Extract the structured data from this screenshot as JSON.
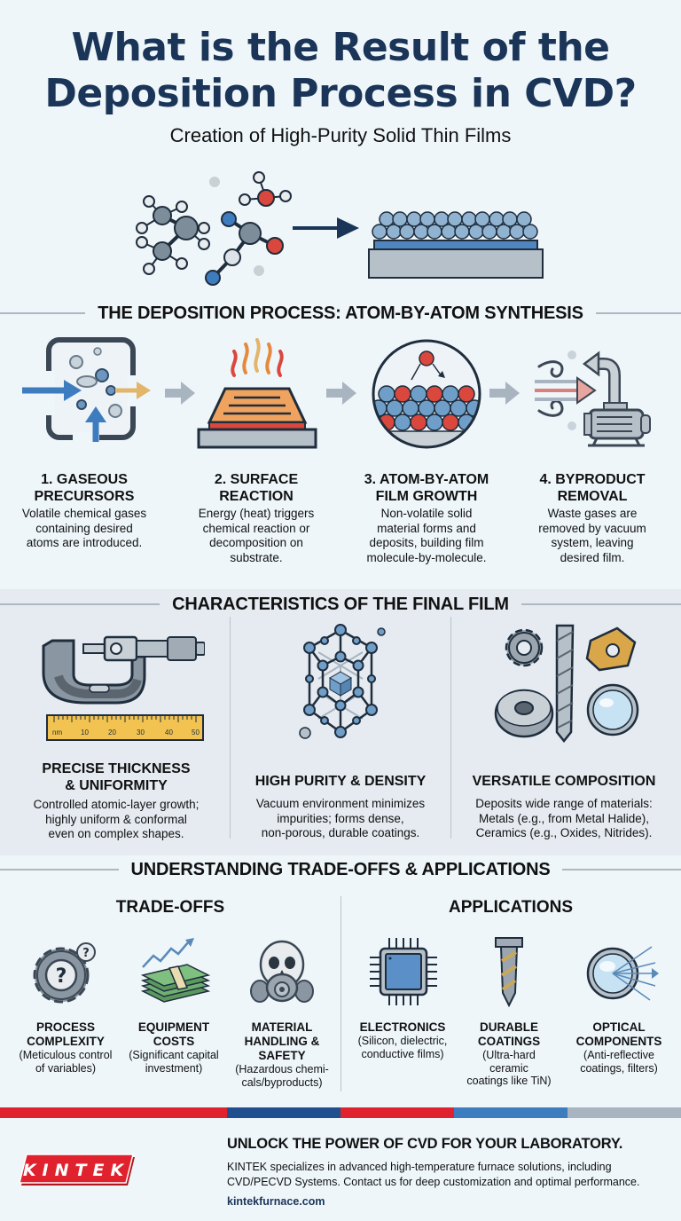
{
  "header": {
    "title_line1": "What is the Result of the",
    "title_line2": "Deposition Process in CVD?",
    "subtitle": "Creation of High-Purity Solid Thin Films"
  },
  "process": {
    "heading": "THE DEPOSITION PROCESS: ATOM-BY-ATOM SYNTHESIS",
    "steps": [
      {
        "title_line1": "1. GASEOUS",
        "title_line2": "PRECURSORS",
        "desc_line1": "Volatile chemical gases",
        "desc_line2": "containing desired",
        "desc_line3": "atoms are introduced.",
        "desc_line4": "",
        "icon": "gas-chamber-icon"
      },
      {
        "title_line1": "2. SURFACE",
        "title_line2": "REACTION",
        "desc_line1": "Energy (heat) triggers",
        "desc_line2": "chemical reaction or",
        "desc_line3": "decomposition on",
        "desc_line4": "substrate.",
        "icon": "heated-substrate-icon"
      },
      {
        "title_line1": "3. ATOM-BY-ATOM",
        "title_line2": "FILM GROWTH",
        "desc_line1": "Non-volatile solid",
        "desc_line2": "material forms and",
        "desc_line3": "deposits, building film",
        "desc_line4": "molecule-by-molecule.",
        "icon": "atom-layer-icon"
      },
      {
        "title_line1": "4. BYPRODUCT",
        "title_line2": "REMOVAL",
        "desc_line1": "Waste gases are",
        "desc_line2": "removed by vacuum",
        "desc_line3": "system, leaving",
        "desc_line4": "desired film.",
        "icon": "vacuum-pump-icon"
      }
    ]
  },
  "characteristics": {
    "heading": "CHARACTERISTICS OF THE FINAL FILM",
    "items": [
      {
        "title_line1": "PRECISE THICKNESS",
        "title_line2": "& UNIFORMITY",
        "desc_line1": "Controlled atomic-layer growth;",
        "desc_line2": "highly uniform & conformal",
        "desc_line3": "even on complex shapes.",
        "icon": "micrometer-ruler-icon"
      },
      {
        "title_line1": "HIGH PURITY & DENSITY",
        "title_line2": "",
        "desc_line1": "Vacuum environment minimizes",
        "desc_line2": "impurities; forms dense,",
        "desc_line3": "non-porous, durable coatings.",
        "icon": "crystal-lattice-icon"
      },
      {
        "title_line1": "VERSATILE COMPOSITION",
        "title_line2": "",
        "desc_line1": "Deposits wide range of materials:",
        "desc_line2": "Metals (e.g., from Metal Halide),",
        "desc_line3": "Ceramics (e.g., Oxides, Nitrides).",
        "icon": "materials-icon"
      }
    ],
    "ruler": {
      "unit": "nm",
      "ticks": [
        "10",
        "20",
        "30",
        "40",
        "50"
      ]
    }
  },
  "tradeoffs_section": {
    "heading": "UNDERSTANDING TRADE-OFFS & APPLICATIONS",
    "tradeoffs": {
      "heading": "TRADE-OFFS",
      "items": [
        {
          "title_line1": "PROCESS",
          "title_line2": "COMPLEXITY",
          "title_line3": "",
          "desc_line1": "(Meticulous control",
          "desc_line2": "of variables)",
          "icon": "gear-question-icon"
        },
        {
          "title_line1": "EQUIPMENT",
          "title_line2": "COSTS",
          "title_line3": "",
          "desc_line1": "(Significant capital",
          "desc_line2": "investment)",
          "icon": "money-stack-icon"
        },
        {
          "title_line1": "MATERIAL",
          "title_line2": "HANDLING &",
          "title_line3": "SAFETY",
          "desc_line1": "(Hazardous chemi-",
          "desc_line2": "cals/byproducts)",
          "icon": "skull-gas-mask-icon"
        }
      ]
    },
    "applications": {
      "heading": "APPLICATIONS",
      "items": [
        {
          "title_line1": "ELECTRONICS",
          "title_line2": "",
          "desc_line1": "(Silicon, dielectric,",
          "desc_line2": "conductive films)",
          "desc_line3": "",
          "icon": "microchip-icon"
        },
        {
          "title_line1": "DURABLE",
          "title_line2": "COATINGS",
          "desc_line1": "(Ultra-hard",
          "desc_line2": "ceramic",
          "desc_line3": "coatings like TiN)",
          "icon": "drill-bit-icon"
        },
        {
          "title_line1": "OPTICAL",
          "title_line2": "COMPONENTS",
          "desc_line1": "(Anti-reflective",
          "desc_line2": "coatings, filters)",
          "desc_line3": "",
          "icon": "lens-icon"
        }
      ]
    }
  },
  "footer": {
    "logo_text": "KINTEK",
    "cta_title": "UNLOCK THE POWER OF CVD FOR YOUR LABORATORY.",
    "cta_body_line1": "KINTEK specializes in advanced high-temperature furnace solutions, including",
    "cta_body_line2": "CVD/PECVD Systems. Contact us for deep customization and optimal performance.",
    "link": "kintekfurnace.com",
    "stripe_colors": [
      "#e0222e",
      "#1f4f8f",
      "#e0222e",
      "#3e7cc0",
      "#a8b4bf"
    ]
  },
  "colors": {
    "title": "#1b3558",
    "background": "#eef6fa",
    "band": "#e5ebf1",
    "brand_red": "#e0222e",
    "atom_blue": "#5b93c4",
    "atom_red": "#d9473d"
  }
}
